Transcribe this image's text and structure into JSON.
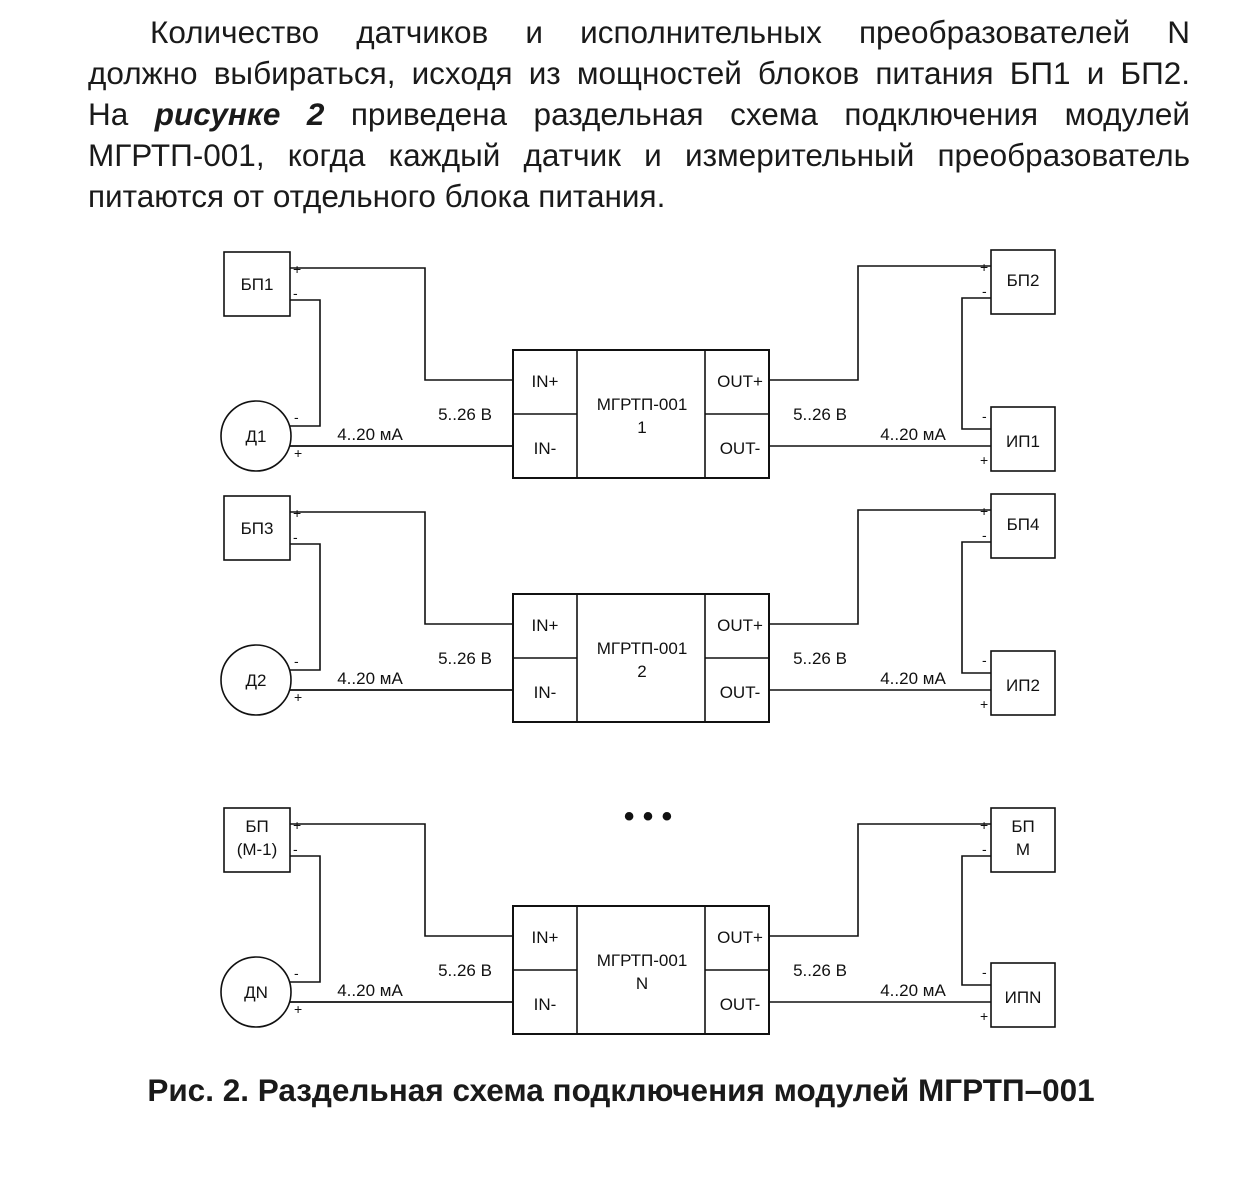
{
  "paragraph": {
    "line1": "Количество датчиков и исполнительных преобразователей N",
    "line2": "должно выбираться, исходя из мощностей блоков питания БП1 и БП2.",
    "line3_pre": "На ",
    "line3_bold": "рисунке 2",
    "line3_post": " приведена раздельная схема подключения модулей",
    "line4": "МГРТП-001, когда каждый датчик и измерительный преобразователь",
    "line5": "питаются от отдельного блока питания."
  },
  "diagram": {
    "plus": "+",
    "minus": "-",
    "voltage": "5..26 В",
    "current": "4..20 мА",
    "in_plus": "IN+",
    "in_minus": "IN-",
    "out_plus": "OUT+",
    "out_minus": "OUT-",
    "module_name": "МГРТП-001",
    "ellipsis": "• • •",
    "groups": [
      {
        "psu_left": [
          "БП1"
        ],
        "sensor": "Д1",
        "module_index": "1",
        "psu_right": [
          "БП2"
        ],
        "converter": "ИП1"
      },
      {
        "psu_left": [
          "БП3"
        ],
        "sensor": "Д2",
        "module_index": "2",
        "psu_right": [
          "БП4"
        ],
        "converter": "ИП2"
      },
      {
        "psu_left": [
          "БП",
          "(М-1)"
        ],
        "sensor": "ДN",
        "module_index": "N",
        "psu_right": [
          "БП",
          "М"
        ],
        "converter": "ИПN"
      }
    ]
  },
  "caption": "Рис. 2. Раздельная схема подключения модулей МГРТП–001"
}
